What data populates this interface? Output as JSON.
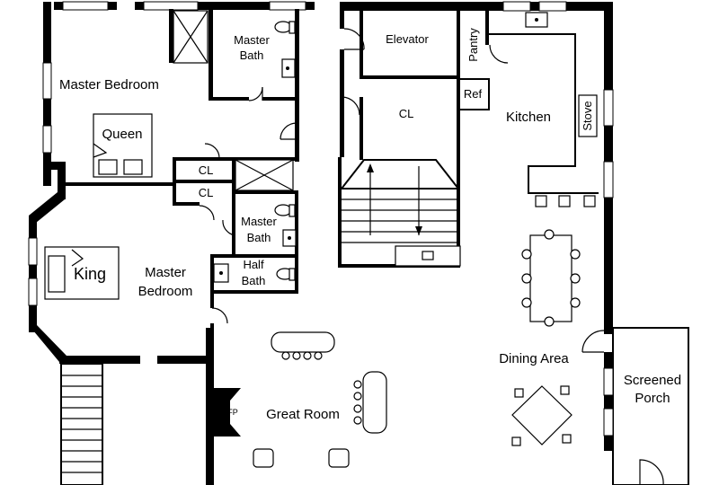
{
  "rooms": {
    "master_bedroom_upper": "Master Bedroom",
    "master_bath_upper_line1": "Master",
    "master_bath_upper_line2": "Bath",
    "queen": "Queen",
    "closet_1": "CL",
    "closet_2": "CL",
    "master_bedroom_lower_line1": "Master",
    "master_bedroom_lower_line2": "Bedroom",
    "king": "King",
    "master_bath_lower_line1": "Master",
    "master_bath_lower_line2": "Bath",
    "half_bath_line1": "Half",
    "half_bath_line2": "Bath",
    "elevator": "Elevator",
    "pantry": "Pantry",
    "ref": "Ref",
    "closet_hall": "CL",
    "kitchen": "Kitchen",
    "stove": "Stove",
    "dining_area": "Dining Area",
    "great_room": "Great Room",
    "fireplace": "FP",
    "screened_porch_line1": "Screened",
    "screened_porch_line2": "Porch"
  }
}
